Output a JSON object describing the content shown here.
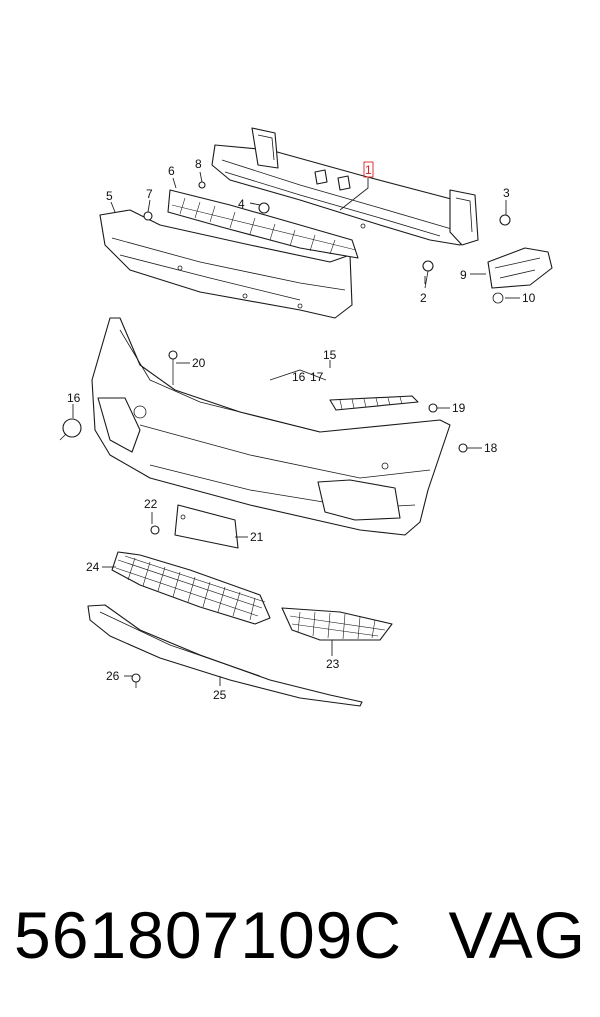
{
  "diagram": {
    "callouts": [
      "1",
      "2",
      "3",
      "4",
      "5",
      "6",
      "7",
      "8",
      "9",
      "10",
      "15",
      "16",
      "17",
      "16",
      "19",
      "18",
      "20",
      "22",
      "21",
      "24",
      "23",
      "26",
      "25"
    ],
    "highlighted_callout": "1",
    "highlight_color": "#dd2222"
  },
  "footer": {
    "part_number": "561807109C",
    "brand": "VAG"
  }
}
